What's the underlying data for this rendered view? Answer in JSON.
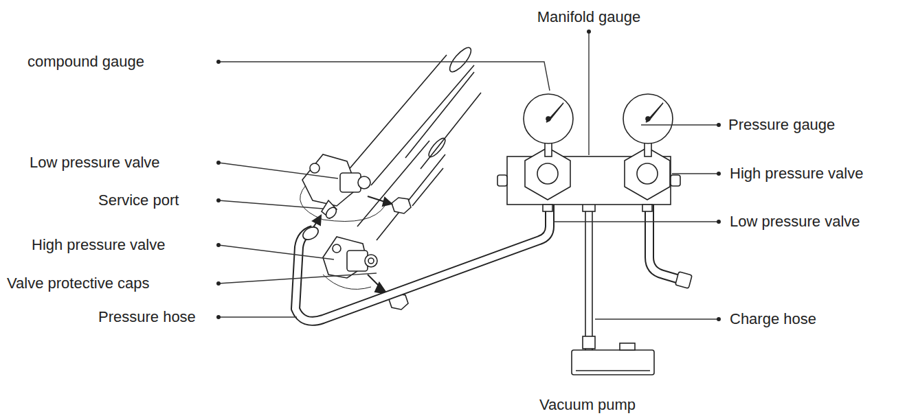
{
  "diagram": {
    "labels": [
      "Manifold gauge",
      "compound gauge",
      "Pressure gauge",
      "Low pressure valve",
      "High pressure valve",
      "Service port",
      "Low pressure valve",
      "High pressure valve",
      "Valve protective caps",
      "Pressure hose",
      "Charge hose",
      "Vacuum pump"
    ]
  }
}
